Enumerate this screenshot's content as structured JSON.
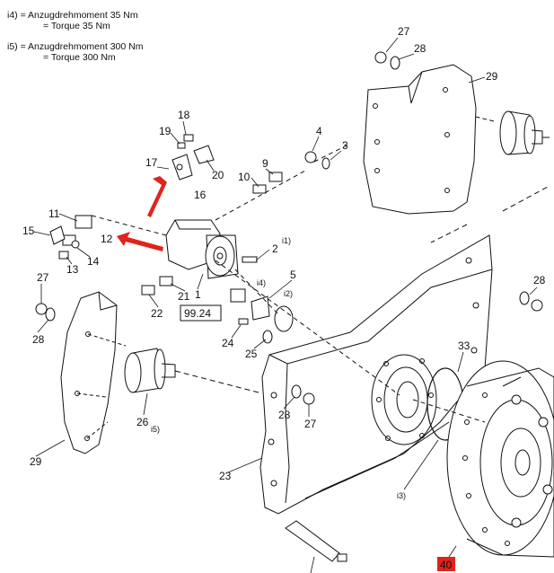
{
  "notes": {
    "i4_line1": "i4) = Anzugdrehmoment 35 Nm",
    "i4_line2": "= Torque 35 Nm",
    "i5_line1": "i5) = Anzugdrehmoment 300 Nm",
    "i5_line2": "= Torque 300 Nm"
  },
  "labels": {
    "p1": "1",
    "p2": "2",
    "p3": "3",
    "p4": "4",
    "p5": "5",
    "p9": "9",
    "p10": "10",
    "p11": "11",
    "p12": "12",
    "p13": "13",
    "p14": "14",
    "p15": "15",
    "p16": "16",
    "p17": "17",
    "p18": "18",
    "p19": "19",
    "p20": "20",
    "p21": "21",
    "p22": "22",
    "p23": "23",
    "p24": "24",
    "p25": "25",
    "p26": "26",
    "p27a": "27",
    "p27b": "27",
    "p27c": "27",
    "p28a": "28",
    "p28b": "28",
    "p28c": "28",
    "p28d": "28",
    "p29a": "29",
    "p29b": "29",
    "p33": "33",
    "p40": "40",
    "i1": "i1)",
    "i2": "i2)",
    "i3": "i3)",
    "i4": "i4)",
    "i5": "i5)",
    "ref": "99.24"
  },
  "colors": {
    "highlight": "#e0231c",
    "line": "#111111",
    "fill": "#ffffff",
    "shade": "#d9d9d9"
  }
}
